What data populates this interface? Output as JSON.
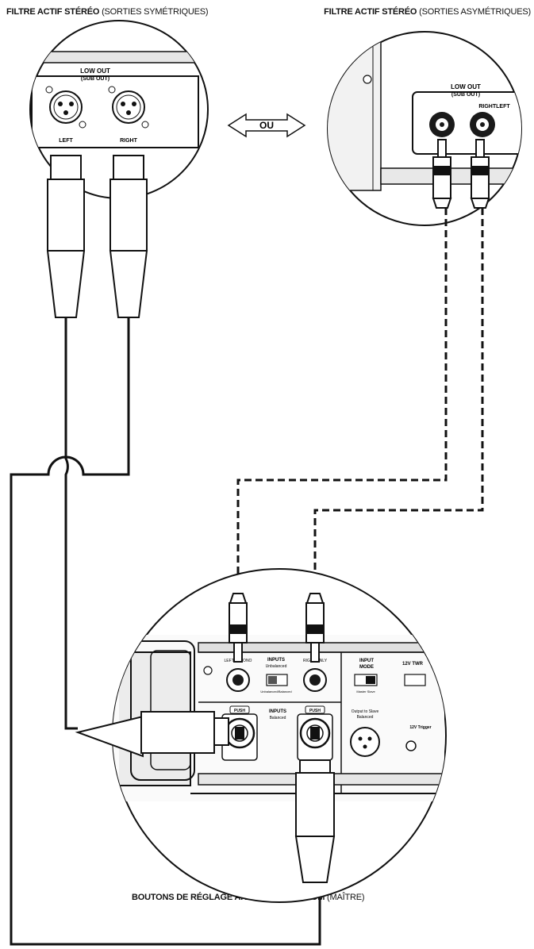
{
  "captions": {
    "top_left_bold": "FILTRE ACTIF STÉRÉO",
    "top_left_thin": "(SORTIES SYMÉTRIQUES)",
    "top_right_bold": "FILTRE ACTIF STÉRÉO",
    "top_right_thin": "(SORTIES ASYMÉTRIQUES)",
    "bottom_bold": "BOUTONS DE RÉGLAGE ARRIÈRE DU FATHOM",
    "bottom_thin": "(MAÎTRE)"
  },
  "balanced_panel": {
    "low_out": "LOW OUT",
    "sub_out": "(SUB OUT)",
    "left": "LEFT",
    "right": "RIGHT"
  },
  "unbalanced_panel": {
    "low_out": "LOW OUT",
    "sub_out": "(SUB OUT)",
    "right_left": "RIGHTLEFT"
  },
  "or_arrow": "OU",
  "fathom_panel": {
    "left_mono": "LEFT or MONO",
    "inputs_unbal_title": "INPUTS",
    "inputs_unbal_sub": "Unbalanced",
    "switch_label": "Unbalanced/Balanced",
    "right_only": "RIGHT ONLY",
    "input_mode": "INPUT",
    "input_mode2": "MODE",
    "mode_switch_label": "Master Slave",
    "tv_label": "12V TWR",
    "push1": "PUSH",
    "push2": "PUSH",
    "inputs_bal_title": "INPUTS",
    "inputs_bal_sub": "Balanced",
    "output_slave": "Output to Slave",
    "output_slave_sub": "Balanced",
    "trigger": "12V Trigger"
  },
  "colors": {
    "line": "#111111",
    "panel_gray": "#d6d6d6",
    "panel_dark": "#2a2a2a"
  }
}
